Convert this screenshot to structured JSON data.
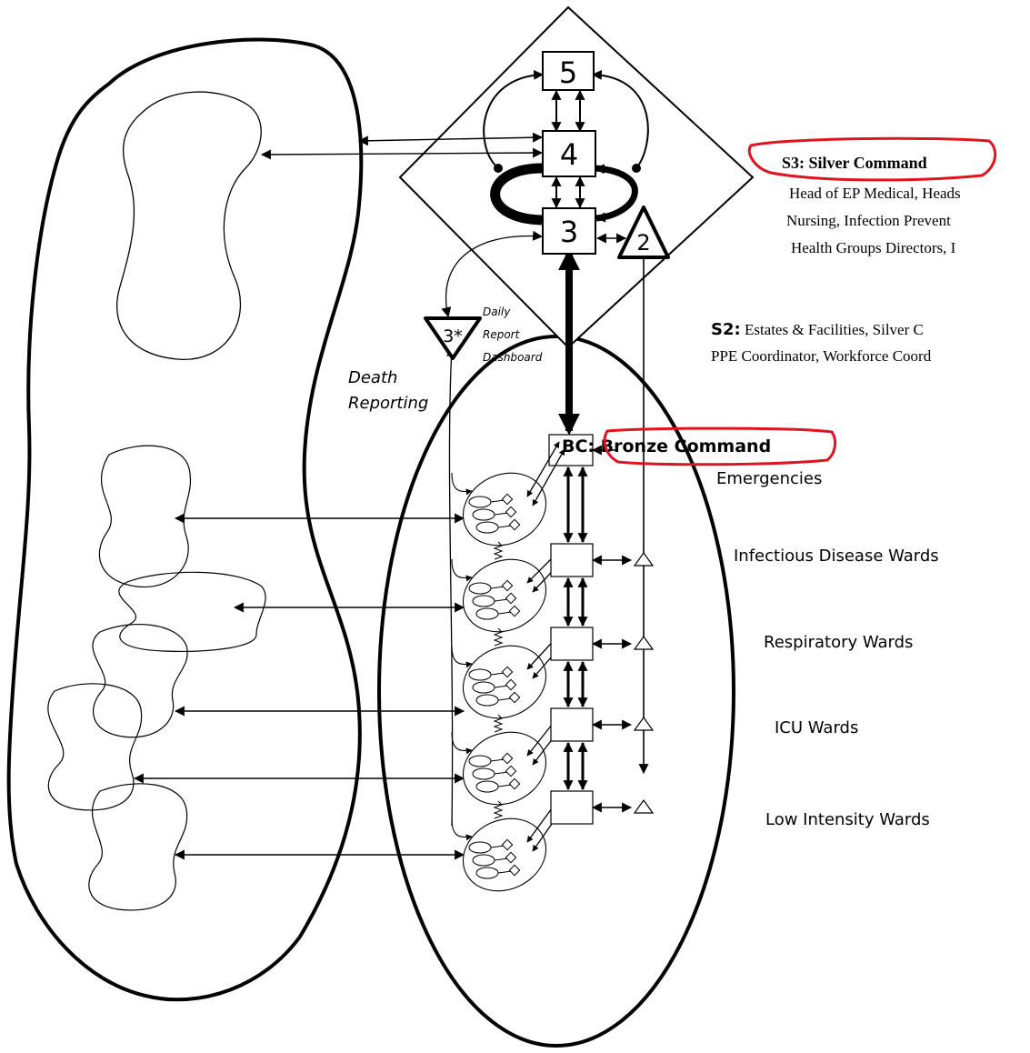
{
  "systems": {
    "s5": "5",
    "s4": "4",
    "s3": "3",
    "s2": "2",
    "s3star": "3*"
  },
  "daily_report": [
    "Daily",
    "Report",
    "Dashboard"
  ],
  "death_reporting": [
    "Death",
    "Reporting"
  ],
  "s3_silver": {
    "title": "S3: Silver Command",
    "lines": [
      "Head of EP Medical, Heads",
      "Nursing,  Infection Prevent",
      " Health Groups Directors, I"
    ]
  },
  "s2_block": {
    "prefix": "S2:",
    "line1": " Estates  & Facilities, Silver C",
    "line2": "PPE Coordinator, Workforce Coord"
  },
  "bronze": {
    "title": "BC: Bronze Command"
  },
  "units": [
    "Emergencies",
    "Infectious Disease Wards",
    "Respiratory Wards",
    "ICU Wards",
    "Low Intensity Wards"
  ],
  "colors": {
    "ink": "#000000",
    "highlight": "#e0141e",
    "background": "#ffffff"
  }
}
